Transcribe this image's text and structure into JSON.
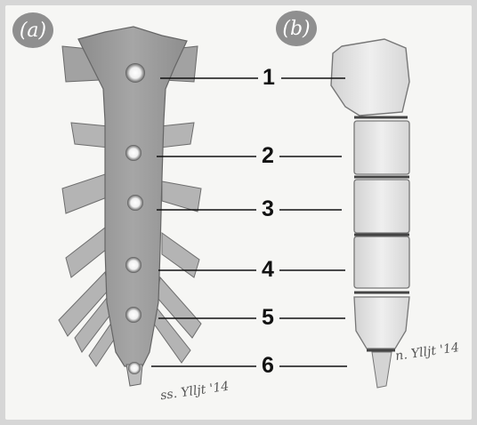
{
  "panels": [
    {
      "label": "(a)"
    },
    {
      "label": "(b)"
    }
  ],
  "callouts": [
    "1",
    "2",
    "3",
    "4",
    "5",
    "6"
  ],
  "signatures": [
    "ss. Ylljt '14",
    "n. Ylljt '14"
  ],
  "colors": {
    "background": "#d6d6d6",
    "paper": "#f6f6f4",
    "bone_shade": "#9a9a9a",
    "bone_light": "#e9e9e9",
    "ink": "#111111",
    "badge": "#8f8f8f"
  }
}
